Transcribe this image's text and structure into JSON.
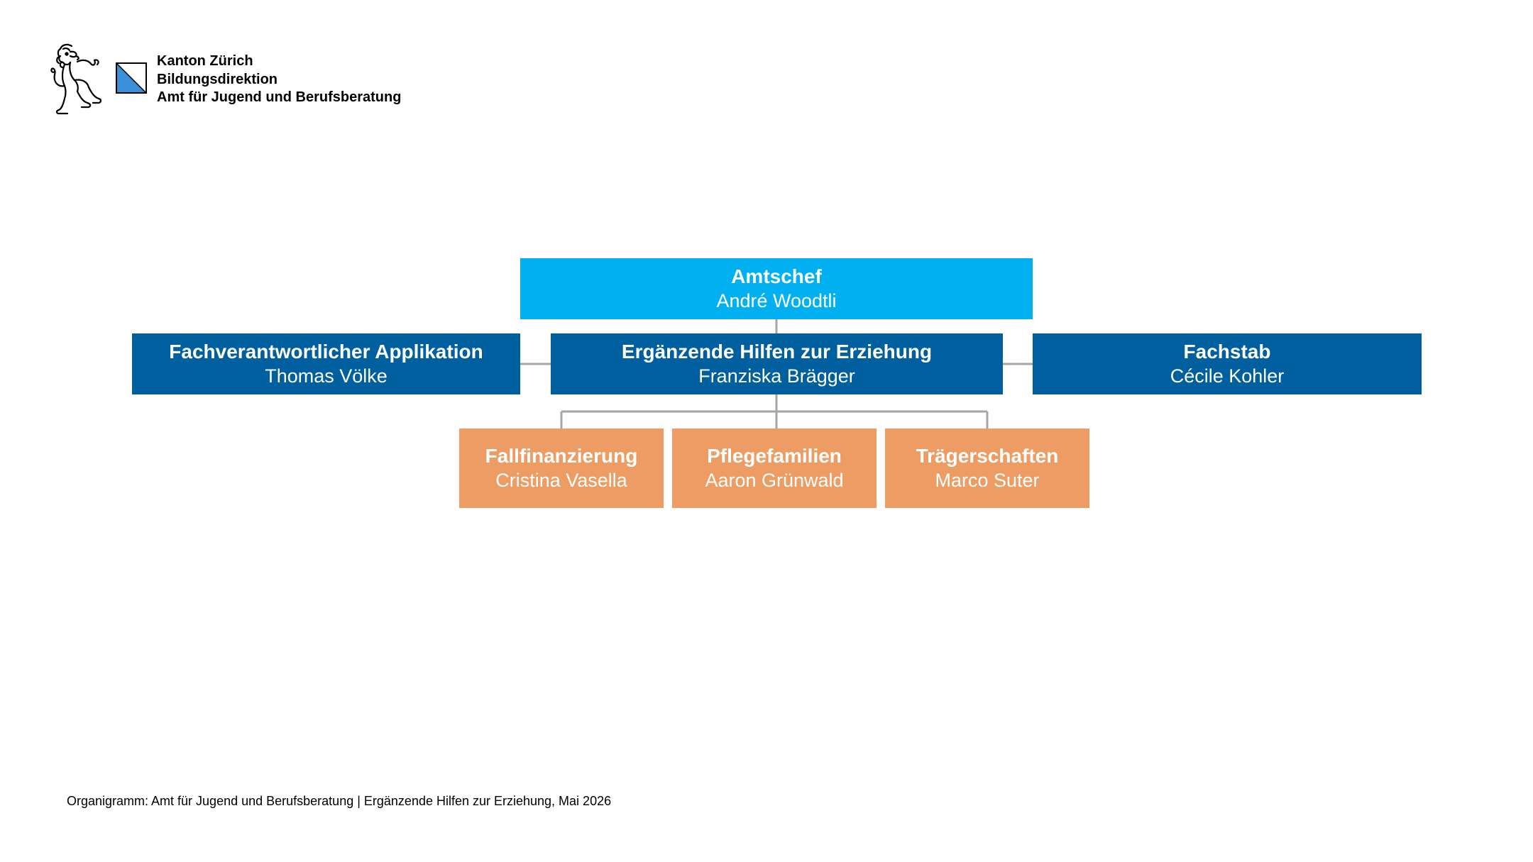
{
  "header": {
    "line1": "Kanton Zürich",
    "line2": "Bildungsdirektion",
    "line3": "Amt für Jugend und Berufsberatung",
    "lion_icon": "zurich-lion-icon",
    "flag_icon": "zurich-flag-icon"
  },
  "colors": {
    "head": "#00b0f0",
    "unit": "#005f9e",
    "sub": "#ed9d63",
    "connector": "#a6a6a6",
    "flag_blue": "#3a8fd9"
  },
  "org": {
    "head": {
      "title": "Amtschef",
      "person": "André Woodtli"
    },
    "left": {
      "title": "Fachverantwortlicher Applikation",
      "person": "Thomas Völke"
    },
    "center": {
      "title": "Ergänzende Hilfen zur Erziehung",
      "person": "Franziska Brägger"
    },
    "right": {
      "title": "Fachstab",
      "person": "Cécile Kohler"
    },
    "subunits": [
      {
        "title": "Fallfinanzierung",
        "person": "Cristina Vasella"
      },
      {
        "title": "Pflegefamilien",
        "person": "Aaron Grünwald"
      },
      {
        "title": "Trägerschaften",
        "person": "Marco Suter"
      }
    ]
  },
  "footer": {
    "text": "Organigramm: Amt für Jugend und Berufsberatung | Ergänzende Hilfen zur Erziehung, Mai 2026"
  }
}
